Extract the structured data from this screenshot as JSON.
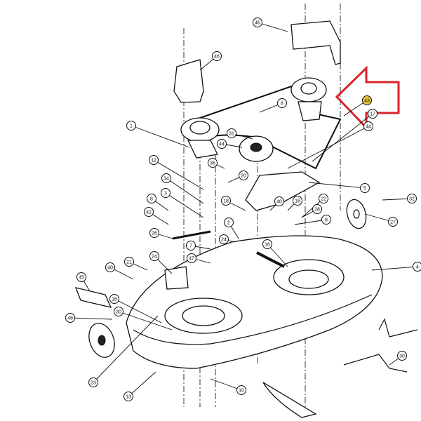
{
  "diagram": {
    "title": "Mower deck exploded parts diagram",
    "highlight_color": "#e8c53a",
    "arrow_color": "#d9232a",
    "highlighted_callout": "43",
    "callouts": [
      "46",
      "46",
      "8",
      "43",
      "17",
      "44",
      "1",
      "31",
      "44",
      "36",
      "20",
      "12",
      "34",
      "5",
      "32",
      "3",
      "18",
      "40",
      "18",
      "22",
      "28",
      "8",
      "42",
      "8",
      "27",
      "26",
      "2",
      "24",
      "7",
      "16",
      "47",
      "24",
      "21",
      "40",
      "4",
      "45",
      "16",
      "30",
      "48",
      "23",
      "13",
      "10",
      "30"
    ]
  }
}
